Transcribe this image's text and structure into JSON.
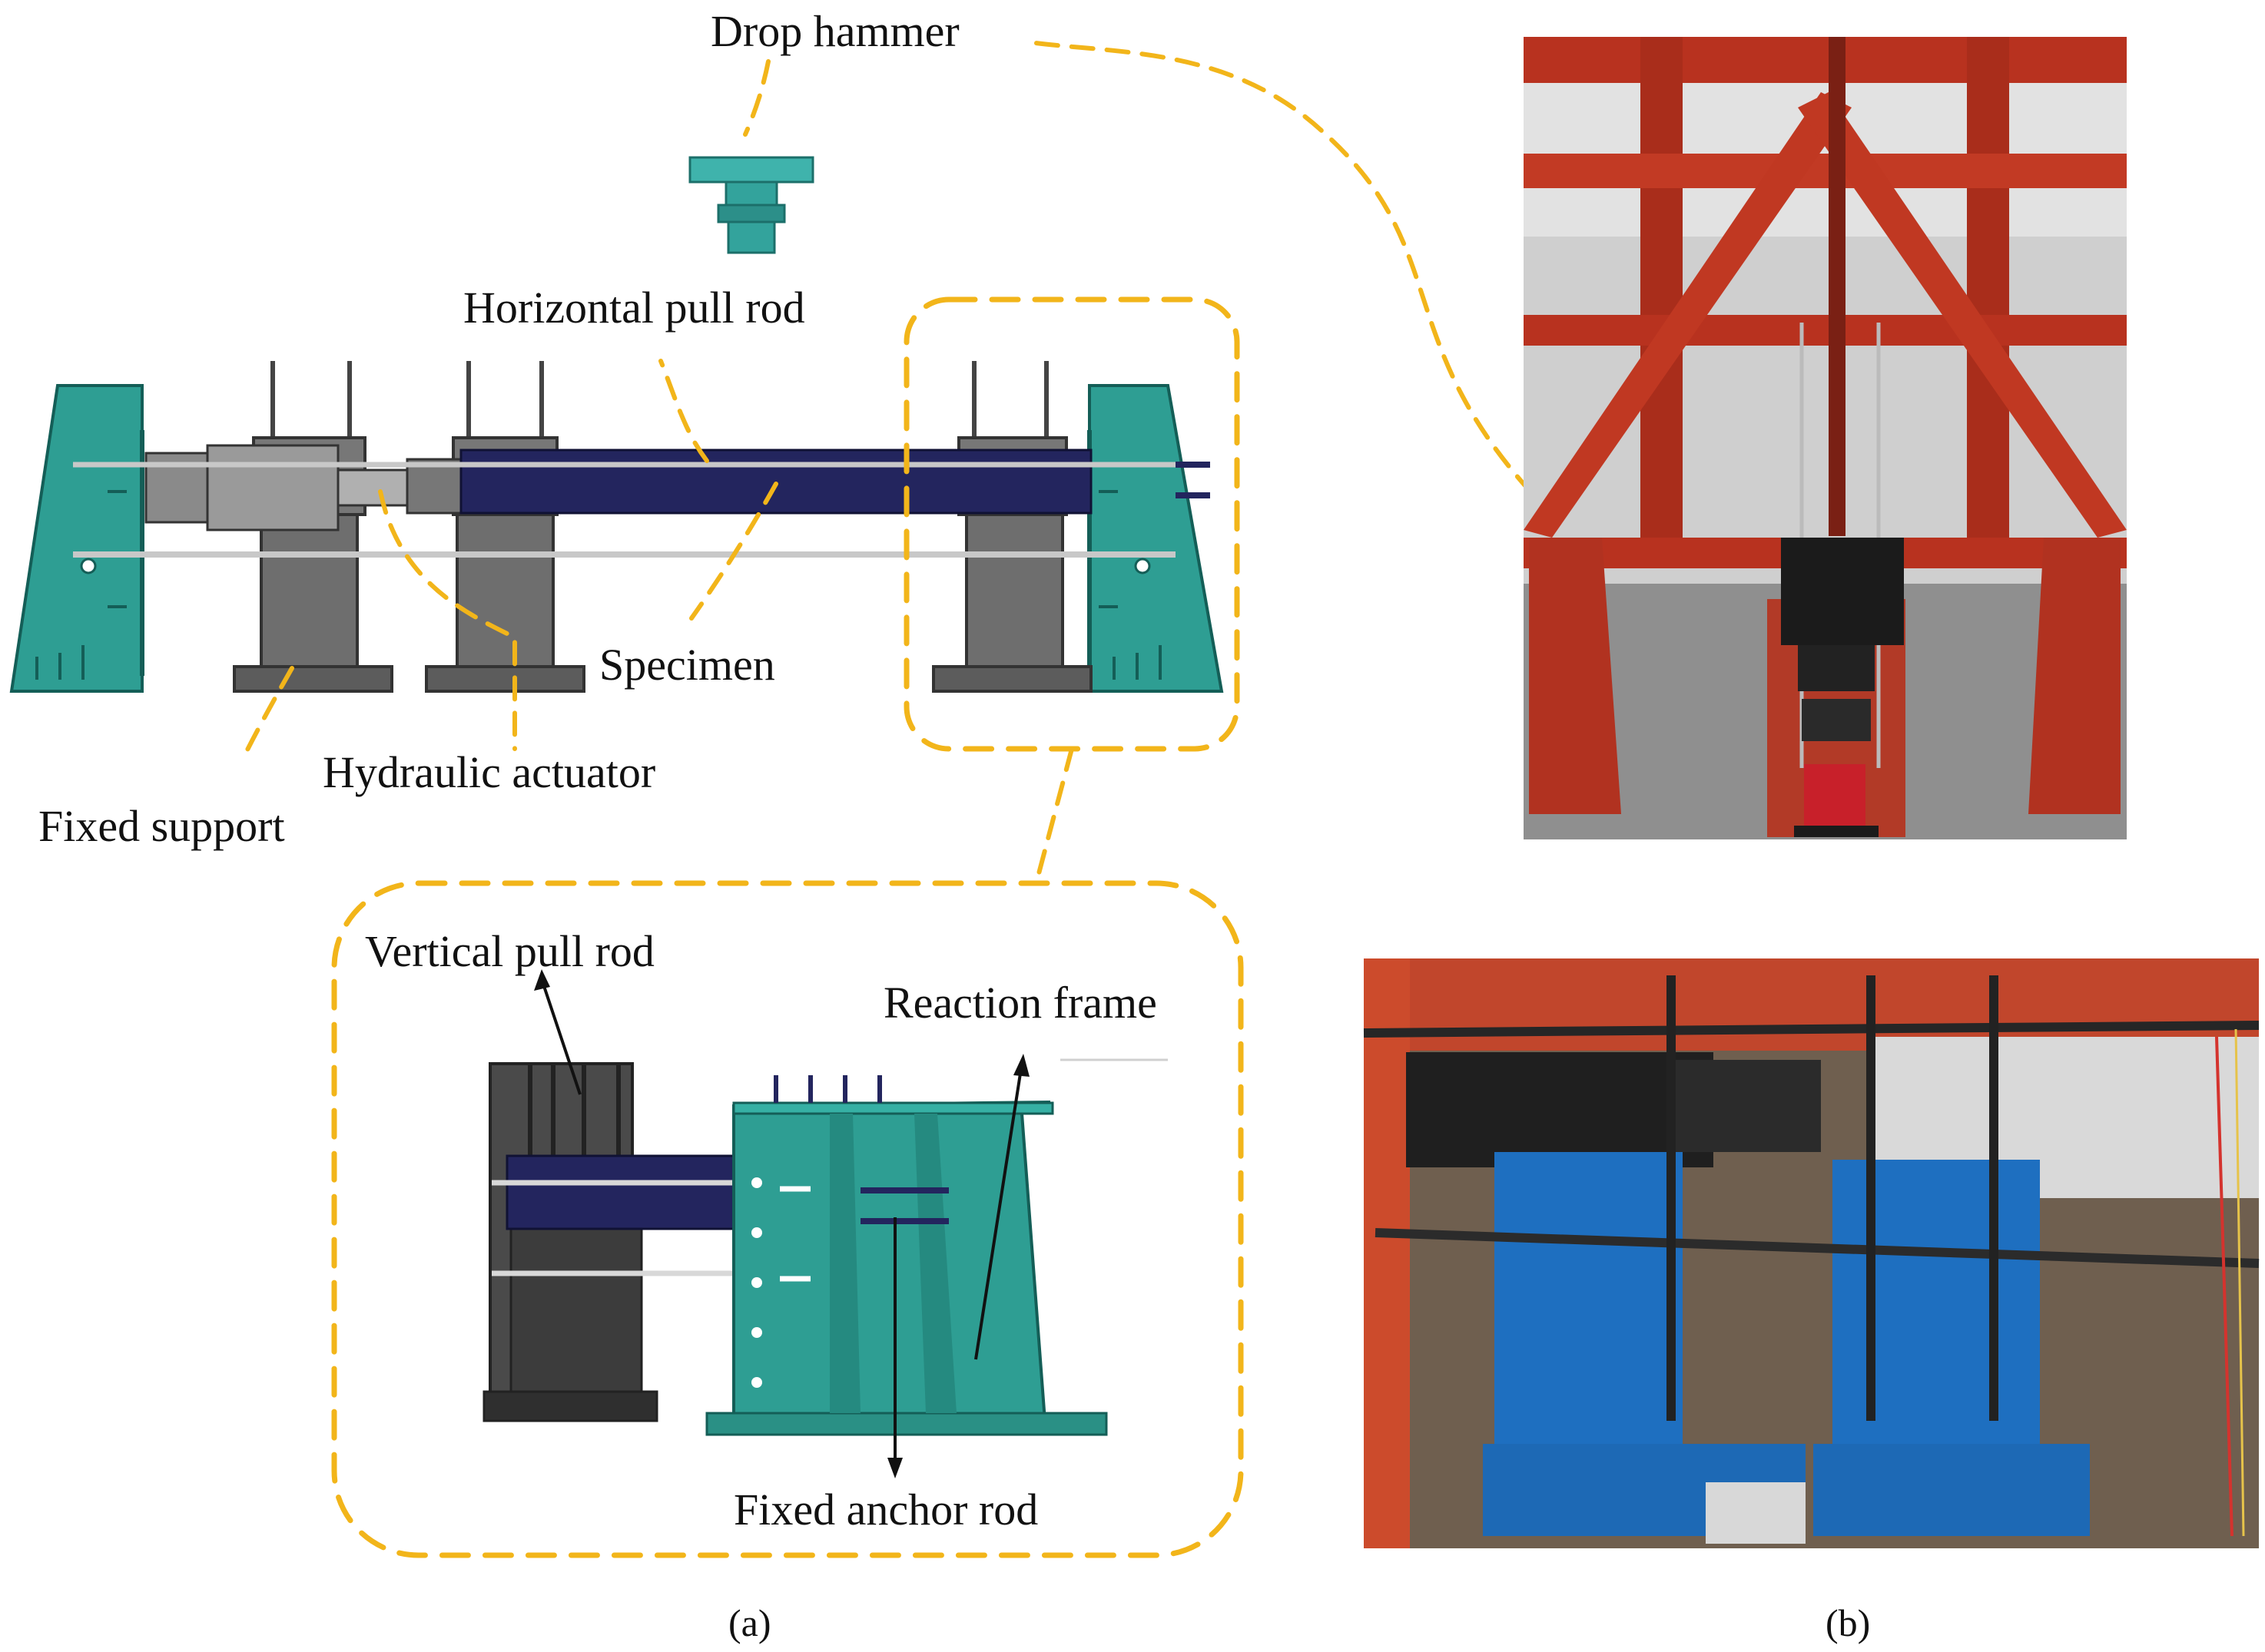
{
  "labels": {
    "drop_hammer": "Drop hammer",
    "horizontal_pull_rod": "Horizontal pull rod",
    "specimen": "Specimen",
    "hydraulic_actuator": "Hydraulic actuator",
    "fixed_support": "Fixed support",
    "vertical_pull_rod": "Vertical pull rod",
    "reaction_frame": "Reaction frame",
    "fixed_anchor_rod": "Fixed anchor rod"
  },
  "captions": {
    "a": "(a)",
    "b": "(b)"
  },
  "colors": {
    "callout": "#f2b51a",
    "reaction_frame": "#2e9e93",
    "specimen": "#23255e",
    "support": "#6e6e6e",
    "photo_frame": "#b8321f",
    "photo_support": "#1e6fc0"
  }
}
